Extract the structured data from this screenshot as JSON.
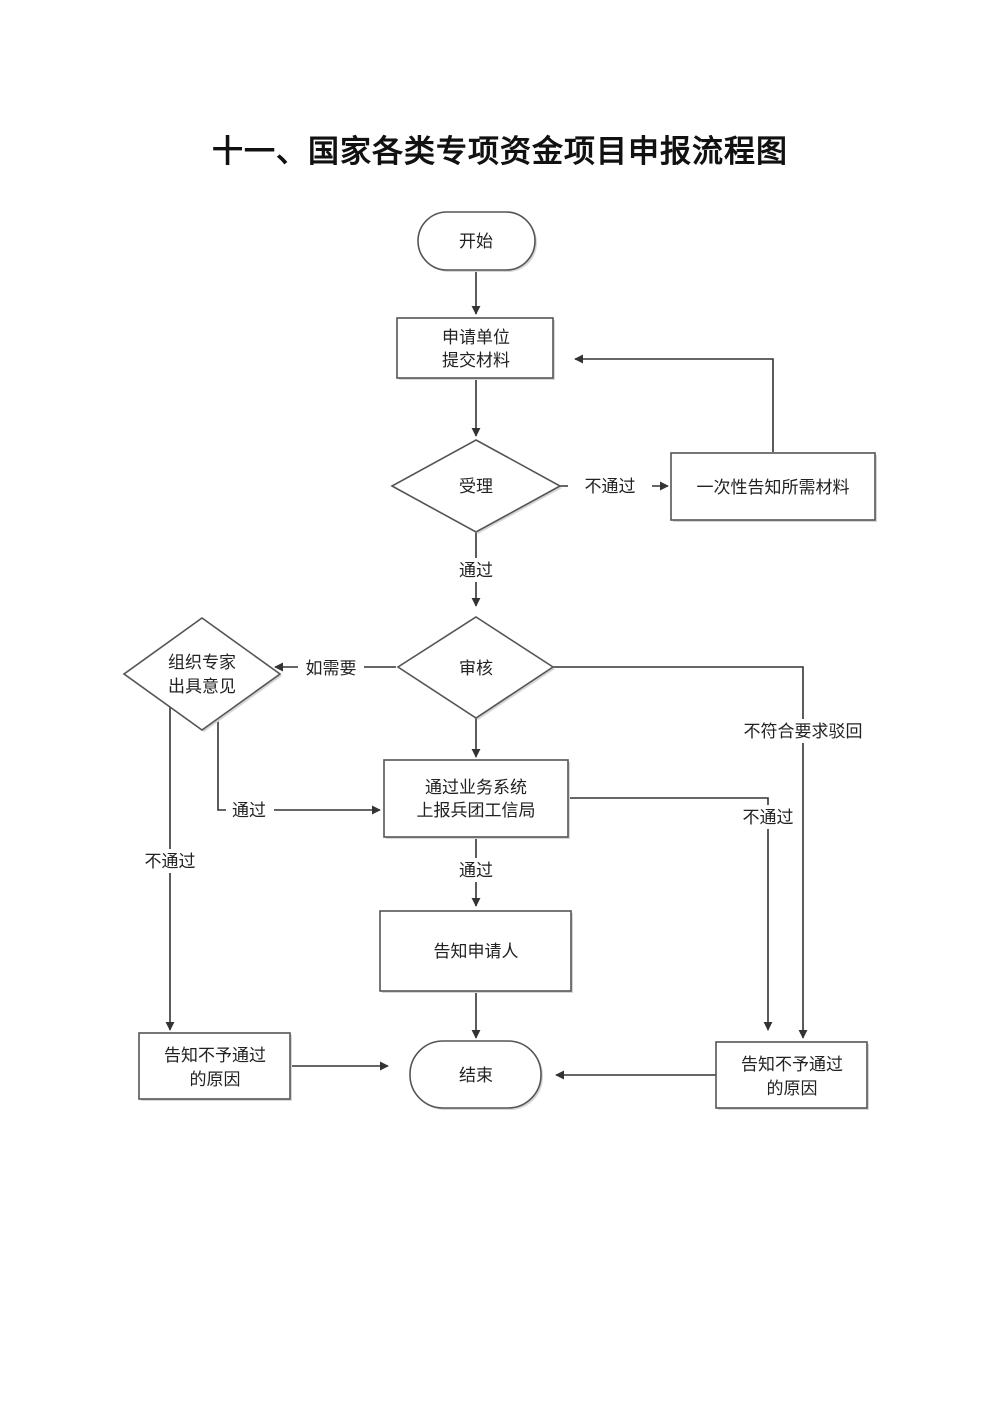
{
  "title": "十一、国家各类专项资金项目申报流程图",
  "nodes": {
    "start": "开始",
    "submit": [
      "申请单位",
      "提交材料"
    ],
    "accept": "受理",
    "notify_materials": "一次性告知所需材料",
    "review": "审核",
    "expert": [
      "组织专家",
      "出具意见"
    ],
    "report": [
      "通过业务系统",
      "上报兵团工信局"
    ],
    "notify_applicant": "告知申请人",
    "reject_left": [
      "告知不予通过",
      "的原因"
    ],
    "end": "结束",
    "reject_right": [
      "告知不予通过",
      "的原因"
    ]
  },
  "edge_labels": {
    "accept_fail": "不通过",
    "accept_pass": "通过",
    "review_need": "如需要",
    "review_reject": "不符合要求驳回",
    "expert_pass": "通过",
    "expert_fail": "不通过",
    "report_fail": "不通过",
    "report_pass": "通过"
  },
  "colors": {
    "stroke": "#555555",
    "shadow": "#d6d6d6",
    "text": "#222222"
  }
}
